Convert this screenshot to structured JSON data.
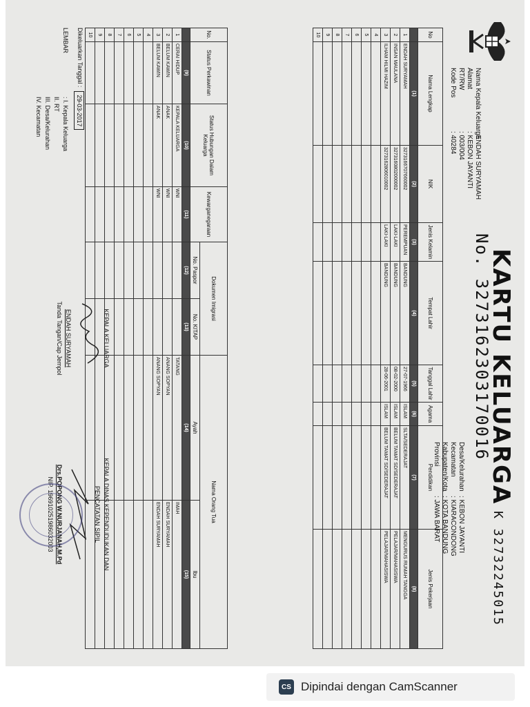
{
  "doc": {
    "title": "KARTU KELUARGA",
    "number": "No. 3273162303170016",
    "serial": "K 32732245015",
    "head": {
      "labels": [
        "Nama Kepala Keluarga",
        "Alamat",
        "RT/RW",
        "Kode Pos"
      ],
      "values": [
        ": ENDAH SURYAMAH",
        ": KEBON JAYANTI",
        ": 003/004",
        ": 40284"
      ]
    },
    "region": {
      "labels": [
        "Desa/Kelurahan",
        "Kecamatan",
        "Kabupaten/Kota",
        "Provinsi"
      ],
      "values": [
        ": KEBON JAYANTI",
        ": KIARACONDONG",
        ": KOTA BANDUNG",
        ": JAWA BARAT"
      ]
    }
  },
  "table1": {
    "headers": [
      "No",
      "Nama Lengkap",
      "NIK",
      "Jenis Kelamin",
      "Tempat Lahir",
      "Tanggal Lahir",
      "Agama",
      "Pendidikan",
      "Jenis Pekerjaan"
    ],
    "index": [
      "",
      "(1)",
      "(2)",
      "(3)",
      "(4)",
      "(5)",
      "(6)",
      "(7)",
      "(8)"
    ],
    "rows": [
      [
        "1",
        "ENDAH SURYAMAH",
        "3273166707660002",
        "PEREMPUAN",
        "BANDUNG",
        "27-07-1966",
        "ISLAM",
        "SLTA/SEDERAJAT",
        "MENGURUS RUMAH TANGGA"
      ],
      [
        "2",
        "INSAN MAULANA",
        "3273160802000002",
        "LAKI-LAKI",
        "BANDUNG",
        "08-02-2000",
        "ISLAM",
        "BELUM TAMAT SD/SEDERAJAT",
        "PELAJAR/MAHASISWA"
      ],
      [
        "3",
        "ILHAM HILMI HAZIM",
        "3273162806010002",
        "LAKI-LAKI",
        "BANDUNG",
        "28-06-2001",
        "ISLAM",
        "BELUM TAMAT SD/SEDERAJAT",
        "PELAJAR/MAHASISWA"
      ],
      [
        "4",
        "",
        "",
        "",
        "",
        "",
        "",
        "",
        ""
      ],
      [
        "5",
        "",
        "",
        "",
        "",
        "",
        "",
        "",
        ""
      ],
      [
        "6",
        "",
        "",
        "",
        "",
        "",
        "",
        "",
        ""
      ],
      [
        "7",
        "",
        "",
        "",
        "",
        "",
        "",
        "",
        ""
      ],
      [
        "8",
        "",
        "",
        "",
        "",
        "",
        "",
        "",
        ""
      ],
      [
        "9",
        "",
        "",
        "",
        "",
        "",
        "",
        "",
        ""
      ],
      [
        "10",
        "",
        "",
        "",
        "",
        "",
        "",
        "",
        ""
      ]
    ]
  },
  "table2": {
    "headers": [
      "No.",
      "Status Perkawinan",
      "Status Hubungan Dalam Keluarga",
      "Kewarganegaraan",
      "Dokumen Imigrasi",
      "Nama Orang Tua"
    ],
    "subheaders": [
      "No. Paspor",
      "No. KITAP",
      "Ayah",
      "Ibu"
    ],
    "index": [
      "",
      "(9)",
      "(10)",
      "(11)",
      "(12)",
      "(13)",
      "(14)",
      "(15)"
    ],
    "rows": [
      [
        "1",
        "CERAI HIDUP",
        "KEPALA KELUARGA",
        "WNI",
        "",
        "",
        "TATANG",
        "IMAH"
      ],
      [
        "2",
        "BELUM KAWIN",
        "ANAK",
        "WNI",
        "",
        "",
        "ANANG SOPYAN",
        "ENDAH SURYAMAH"
      ],
      [
        "3",
        "BELUM KAWIN",
        "ANAK",
        "WNI",
        "",
        "",
        "ANANG SOPYAN",
        "ENDAH SURYAMAH"
      ],
      [
        "4",
        "",
        "",
        "",
        "",
        "",
        "",
        ""
      ],
      [
        "5",
        "",
        "",
        "",
        "",
        "",
        "",
        ""
      ],
      [
        "6",
        "",
        "",
        "",
        "",
        "",
        "",
        ""
      ],
      [
        "7",
        "",
        "",
        "",
        "",
        "",
        "",
        ""
      ],
      [
        "8",
        "",
        "",
        "",
        "",
        "",
        "",
        ""
      ],
      [
        "9",
        "",
        "",
        "",
        "",
        "",
        "",
        ""
      ],
      [
        "10",
        "",
        "",
        "",
        "",
        "",
        "",
        ""
      ]
    ]
  },
  "footer": {
    "issued_label": "Dikeluarkan Tanggal :",
    "issued_date": "29-03-2017",
    "sheet_label": "LEMBAR",
    "sheets": [
      ": I.   Kepala Keluarga",
      "II.   RT",
      "III.  Desa/Kelurahan",
      "IV.  Kecamatan"
    ],
    "kk_title": "KEPALA KELUARGA",
    "kk_name": "ENDAH SURYAMAH",
    "kk_caption": "Tanda Tangan/Cap Jempol",
    "official_title": "KEPALA DINAS KEPENDUDUKAN DAN PENCATATAN SIPIL",
    "official_name": "Drs.POPONG W.NURJANAH,M.Pd",
    "official_nip": "NIP. 196910251986032003"
  },
  "watermark": {
    "icon": "CS",
    "text": "Dipindai dengan CamScanner"
  }
}
